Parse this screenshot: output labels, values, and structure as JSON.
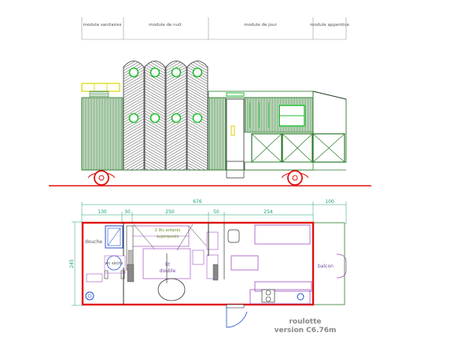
{
  "modules": [
    {
      "name": "module sanitaires"
    },
    {
      "name": "module de nuit"
    },
    {
      "name": "module de jour"
    },
    {
      "name": "module appentice"
    }
  ],
  "dimensions": {
    "total": "676",
    "extension": "100",
    "depth": "245",
    "segments": [
      "130",
      "30",
      "250",
      "50",
      "254"
    ]
  },
  "rooms": {
    "douche": "douche",
    "wc": "wc sèche",
    "enfants": "2 lits enfants",
    "enfants_sub": "superposés",
    "double_line1": "lit",
    "double_line2": "double",
    "balcon": "balcon"
  },
  "caption": {
    "line1": "roulotte",
    "line2": "version C6.76m"
  },
  "colors": {
    "frame": "#e01010",
    "green": "#1aa06a",
    "purple": "#a050c0",
    "blue": "#2050d0",
    "dark": "#333333"
  }
}
